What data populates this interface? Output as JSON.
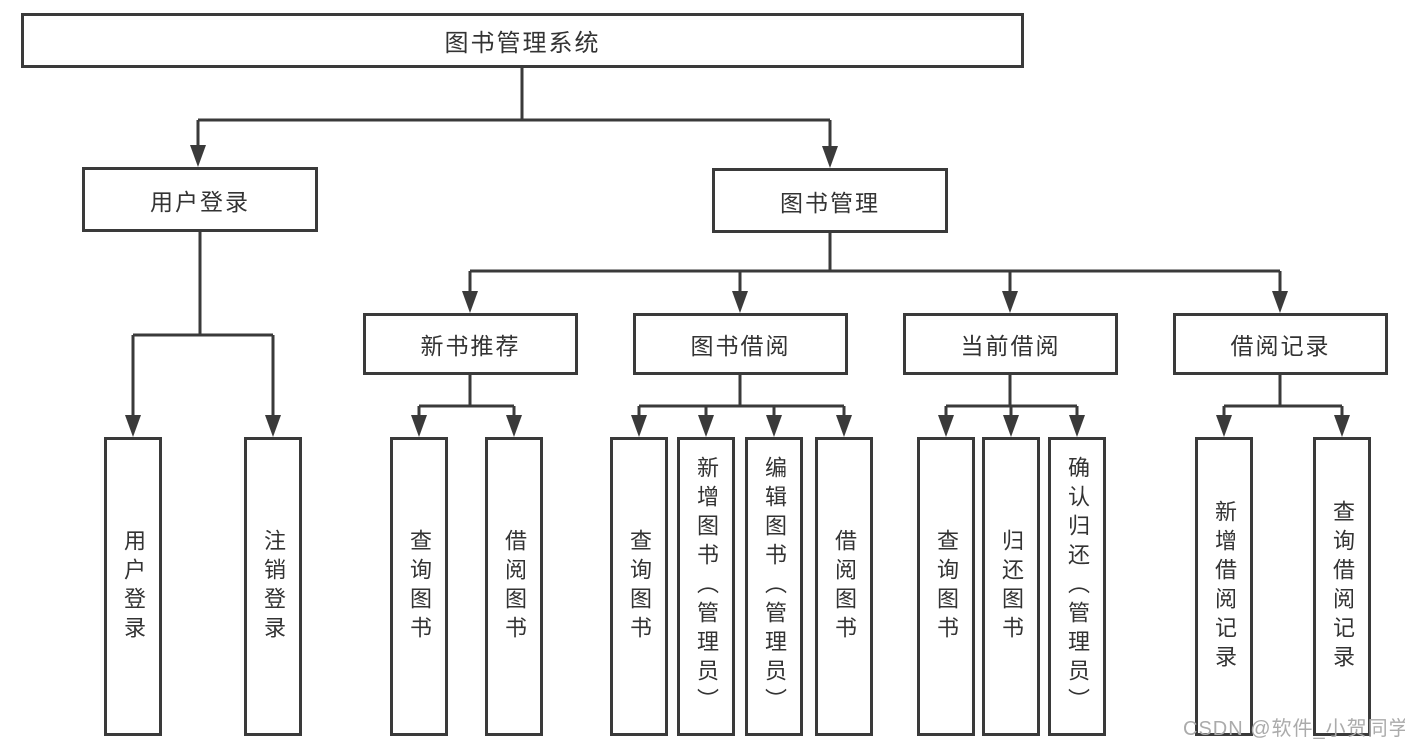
{
  "colors": {
    "line": "#3a3a3a",
    "border": "#3a3a3a",
    "text": "#333333",
    "background": "#ffffff",
    "watermark": "#ababab"
  },
  "diagram": {
    "root": {
      "label": "图书管理系统"
    },
    "level1": [
      {
        "id": "user-login",
        "label": "用户登录"
      },
      {
        "id": "book-management",
        "label": "图书管理"
      }
    ],
    "level2": [
      {
        "id": "new-book-recommend",
        "label": "新书推荐",
        "parent": "图书管理"
      },
      {
        "id": "book-borrowing",
        "label": "图书借阅",
        "parent": "图书管理"
      },
      {
        "id": "current-borrowing",
        "label": "当前借阅",
        "parent": "图书管理"
      },
      {
        "id": "borrowing-records",
        "label": "借阅记录",
        "parent": "图书管理"
      }
    ],
    "leaves": [
      {
        "group": "用户登录",
        "label": "用户登录"
      },
      {
        "group": "用户登录",
        "label": "注销登录"
      },
      {
        "group": "新书推荐",
        "label": "查询图书"
      },
      {
        "group": "新书推荐",
        "label": "借阅图书"
      },
      {
        "group": "图书借阅",
        "label": "查询图书"
      },
      {
        "group": "图书借阅",
        "label": "新增图书（管理员）"
      },
      {
        "group": "图书借阅",
        "label": "编辑图书（管理员）"
      },
      {
        "group": "图书借阅",
        "label": "借阅图书"
      },
      {
        "group": "当前借阅",
        "label": "查询图书"
      },
      {
        "group": "当前借阅",
        "label": "归还图书"
      },
      {
        "group": "当前借阅",
        "label": "确认归还（管理员）"
      },
      {
        "group": "借阅记录",
        "label": "新增借阅记录"
      },
      {
        "group": "借阅记录",
        "label": "查询借阅记录"
      }
    ]
  },
  "watermark": {
    "text": "CSDN @软件_小贺同学"
  }
}
